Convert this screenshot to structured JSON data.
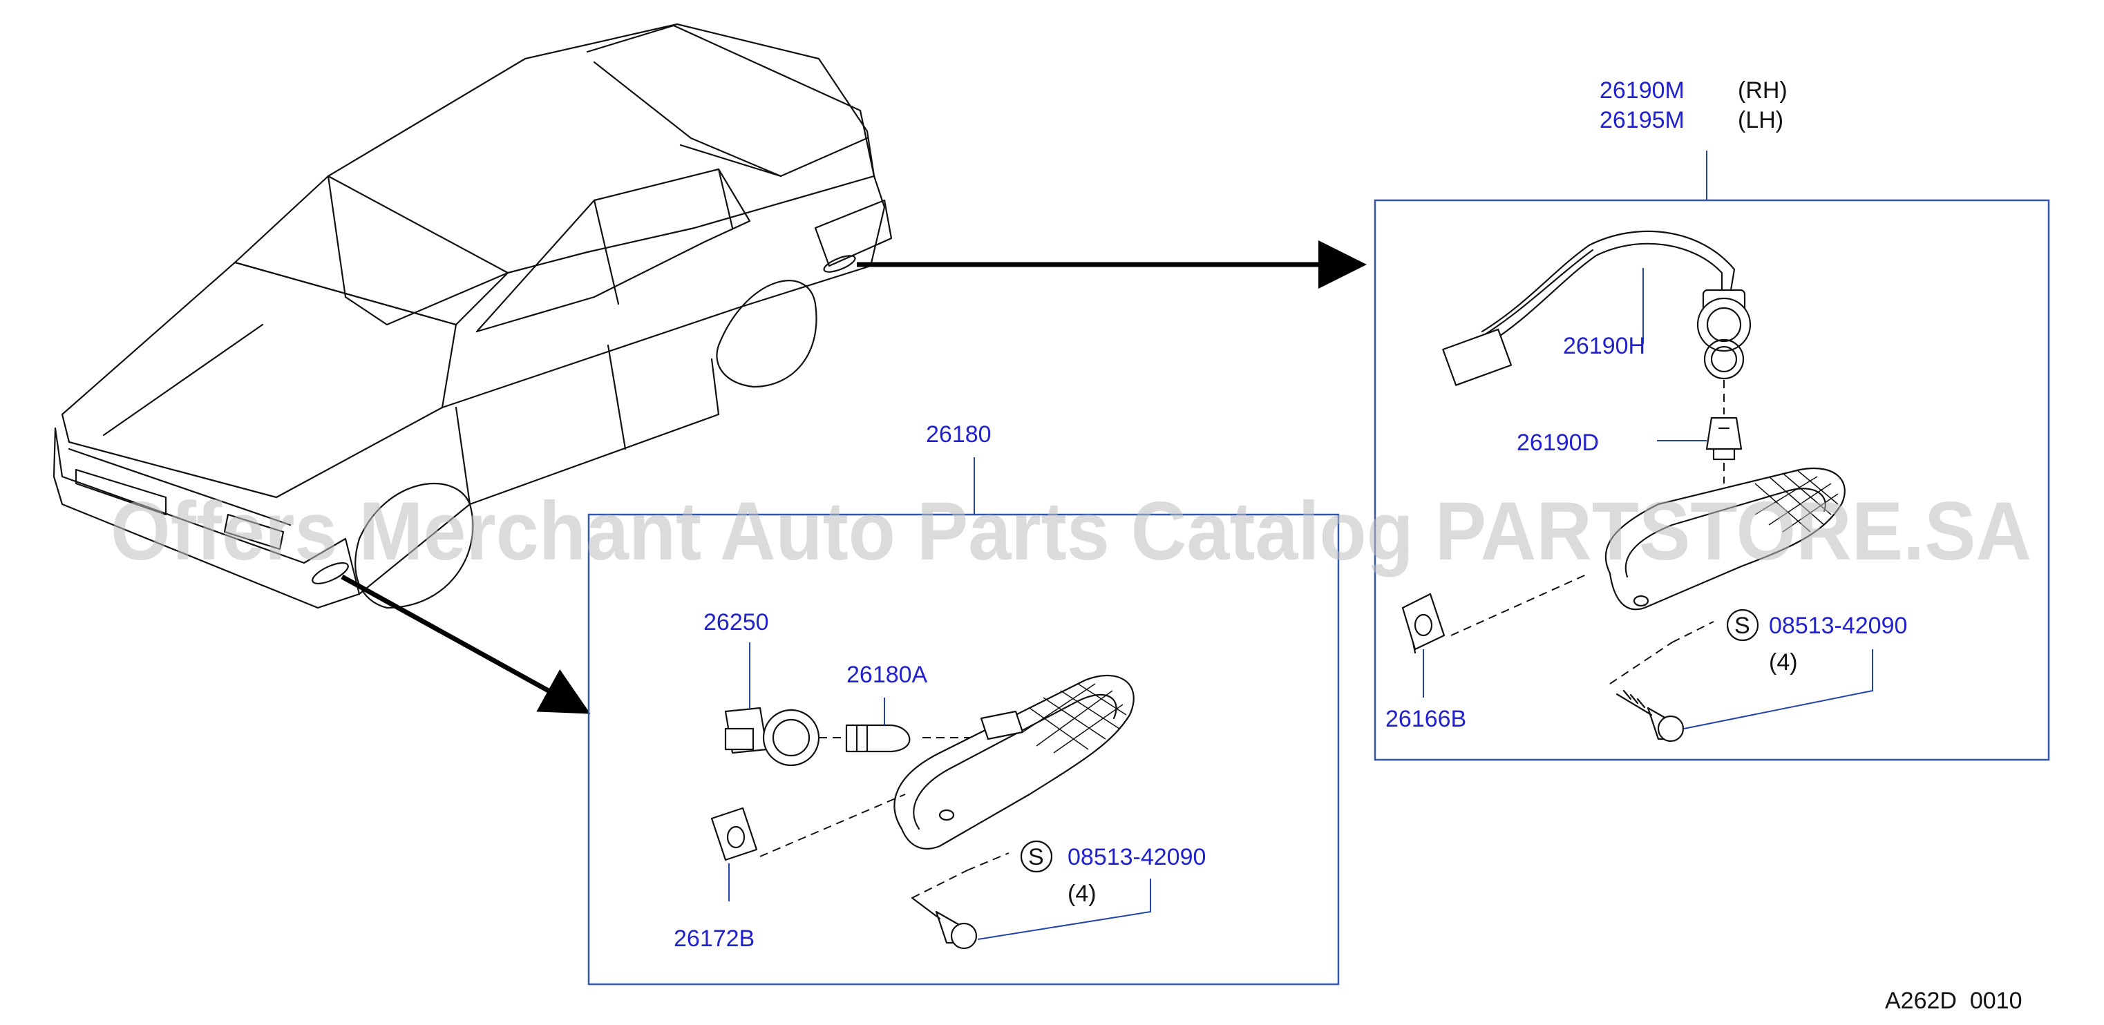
{
  "labels": {
    "rh_part": "26190M",
    "rh_side": "(RH)",
    "lh_part": "26195M",
    "lh_side": "(LH)",
    "harness": "26190H",
    "bulb_rear": "26190D",
    "clip_rear": "26166B",
    "screw_rear": "08513-42090",
    "screw_rear_qty": "(4)",
    "screw_rear_symbol": "S",
    "lamp_front": "26180",
    "socket_front": "26250",
    "bulb_front": "26180A",
    "clip_front": "26172B",
    "screw_front": "08513-42090",
    "screw_front_qty": "(4)",
    "screw_front_symbol": "S",
    "diagram_code": "A262D  0010"
  },
  "watermark": "Offers Merchant Auto Parts Catalog PARTSTORE.SA",
  "colors": {
    "part_label": "#2222cc",
    "leader_line": "#2244aa",
    "frame": "#3355aa",
    "ink": "#111111",
    "watermark": "#bdbdbd"
  },
  "icons": {
    "car": "sedan-outline",
    "arrow": "pointer-arrow",
    "screw": "screw-icon",
    "clip": "clip-icon",
    "bulb": "bulb-icon"
  }
}
